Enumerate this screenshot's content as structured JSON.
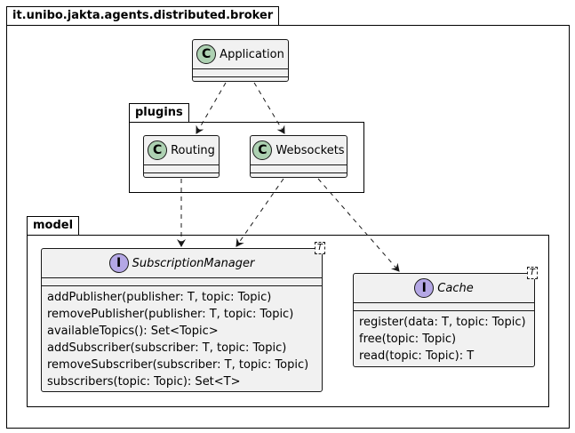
{
  "packages": {
    "broker": "it.unibo.jakta.agents.distributed.broker",
    "plugins": "plugins",
    "model": "model"
  },
  "classes": {
    "application": {
      "badge": "C",
      "name": "Application"
    },
    "routing": {
      "badge": "C",
      "name": "Routing"
    },
    "websockets": {
      "badge": "C",
      "name": "Websockets"
    }
  },
  "interfaces": {
    "subscription_manager": {
      "badge": "I",
      "name": "SubscriptionManager",
      "type_param": "T",
      "methods": [
        "addPublisher(publisher: T, topic: Topic)",
        "removePublisher(publisher: T, topic: Topic)",
        "availableTopics(): Set<Topic>",
        "addSubscriber(subscriber: T, topic: Topic)",
        "removeSubscriber(subscriber: T, topic: Topic)",
        "subscribers(topic: Topic): Set<T>"
      ]
    },
    "cache": {
      "badge": "I",
      "name": "Cache",
      "type_param": "T",
      "methods": [
        "register(data: T, topic: Topic)",
        "free(topic: Topic)",
        "read(topic: Topic): T"
      ]
    }
  },
  "colors": {
    "class_badge": "#add1b2",
    "interface_badge": "#b4a7e5",
    "box_fill": "#f1f1f1",
    "line": "#181818"
  }
}
